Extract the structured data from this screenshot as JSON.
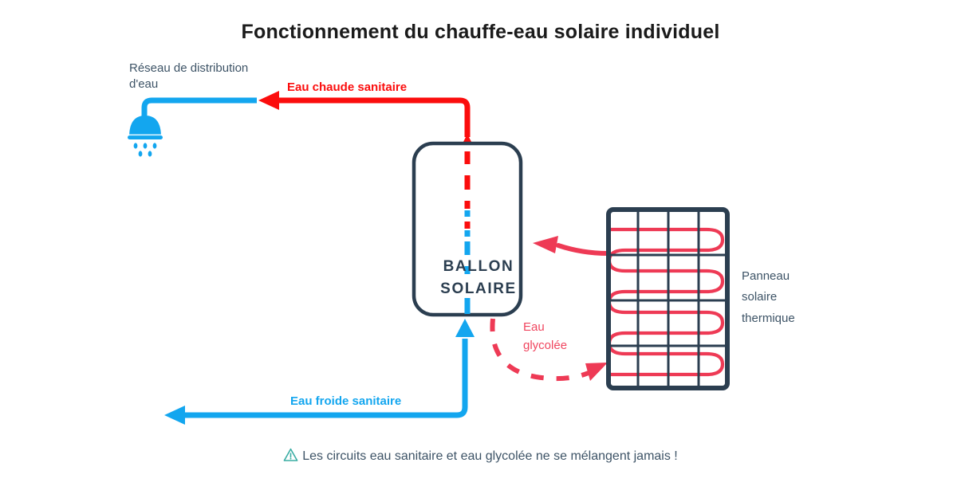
{
  "title": "Fonctionnement  du chauffe-eau solaire  individuel",
  "labels": {
    "network": "Réseau de distribution\nd'eau",
    "hot_water": "Eau chaude sanitaire",
    "cold_water": "Eau froide sanitaire",
    "glycol": "Eau\nglycolée",
    "panel": "Panneau\nsolaire\nthermique",
    "tank_line1": "BALLON",
    "tank_line2": "SOLAIRE"
  },
  "footnote": {
    "icon": "warning-triangle-icon",
    "text": "Les circuits eau sanitaire et eau glycolée ne se mélangent jamais !"
  },
  "icons": {
    "shower": "shower-head-icon",
    "warning": "warning-triangle-icon"
  },
  "colors": {
    "hot_red": "#fb0d0d",
    "cold_blue": "#13a6ef",
    "glycol_pink": "#ee3a55",
    "outline_navy": "#2b3e50",
    "text_navy": "#3d5366",
    "warning_teal": "#3aada4",
    "background": "#ffffff"
  },
  "diagram": {
    "type": "flow-diagram",
    "nodes": [
      {
        "id": "shower",
        "name": "Réseau de distribution d'eau",
        "shape": "shower-head-icon"
      },
      {
        "id": "tank",
        "name": "BALLON SOLAIRE",
        "shape": "rounded-rect"
      },
      {
        "id": "panel",
        "name": "Panneau solaire thermique",
        "shape": "grid-rect-with-serpentine-pipe"
      }
    ],
    "flows": [
      {
        "id": "hot-water-flow",
        "from": "tank",
        "to": "shower",
        "label": "Eau chaude sanitaire",
        "color": "#fb0d0d",
        "style": "solid"
      },
      {
        "id": "cold-water-flow",
        "from": "mains",
        "to": "tank",
        "label": "Eau froide sanitaire",
        "color": "#13a6ef",
        "style": "solid"
      },
      {
        "id": "glycol-supply-flow",
        "from": "panel",
        "to": "tank",
        "label": "Eau glycolée",
        "color": "#ee3a55",
        "style": "solid-curved"
      },
      {
        "id": "glycol-return-flow",
        "from": "tank",
        "to": "panel",
        "label": "Eau glycolée",
        "color": "#ee3a55",
        "style": "dashed-curved"
      },
      {
        "id": "tank-internal-exchange",
        "from": "tank-bottom",
        "to": "tank-top",
        "color_bottom": "#13a6ef",
        "color_top": "#fb0d0d",
        "style": "dashed-vertical"
      }
    ],
    "panel_grid": {
      "columns": 4,
      "rows": 4,
      "pipe_runs": 8
    }
  }
}
